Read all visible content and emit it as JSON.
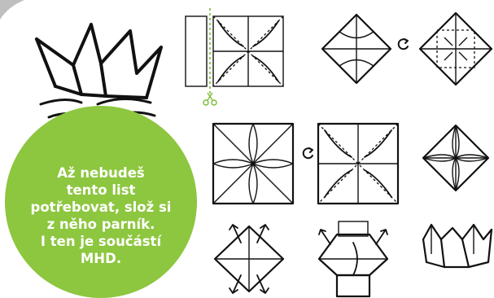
{
  "message": {
    "lines": [
      "Až nebudeš",
      "tento list",
      "potřebovat, slož si",
      "z něho parník.",
      "I ten je součástí",
      "MHD."
    ]
  },
  "colors": {
    "circle": "#8dc63f",
    "corner": "#bfbfbf",
    "ink": "#111111",
    "cut_line": "#7dbb3c"
  },
  "icons": {
    "cut": "scissors-icon",
    "turn": "rotate-arrow-icon"
  }
}
